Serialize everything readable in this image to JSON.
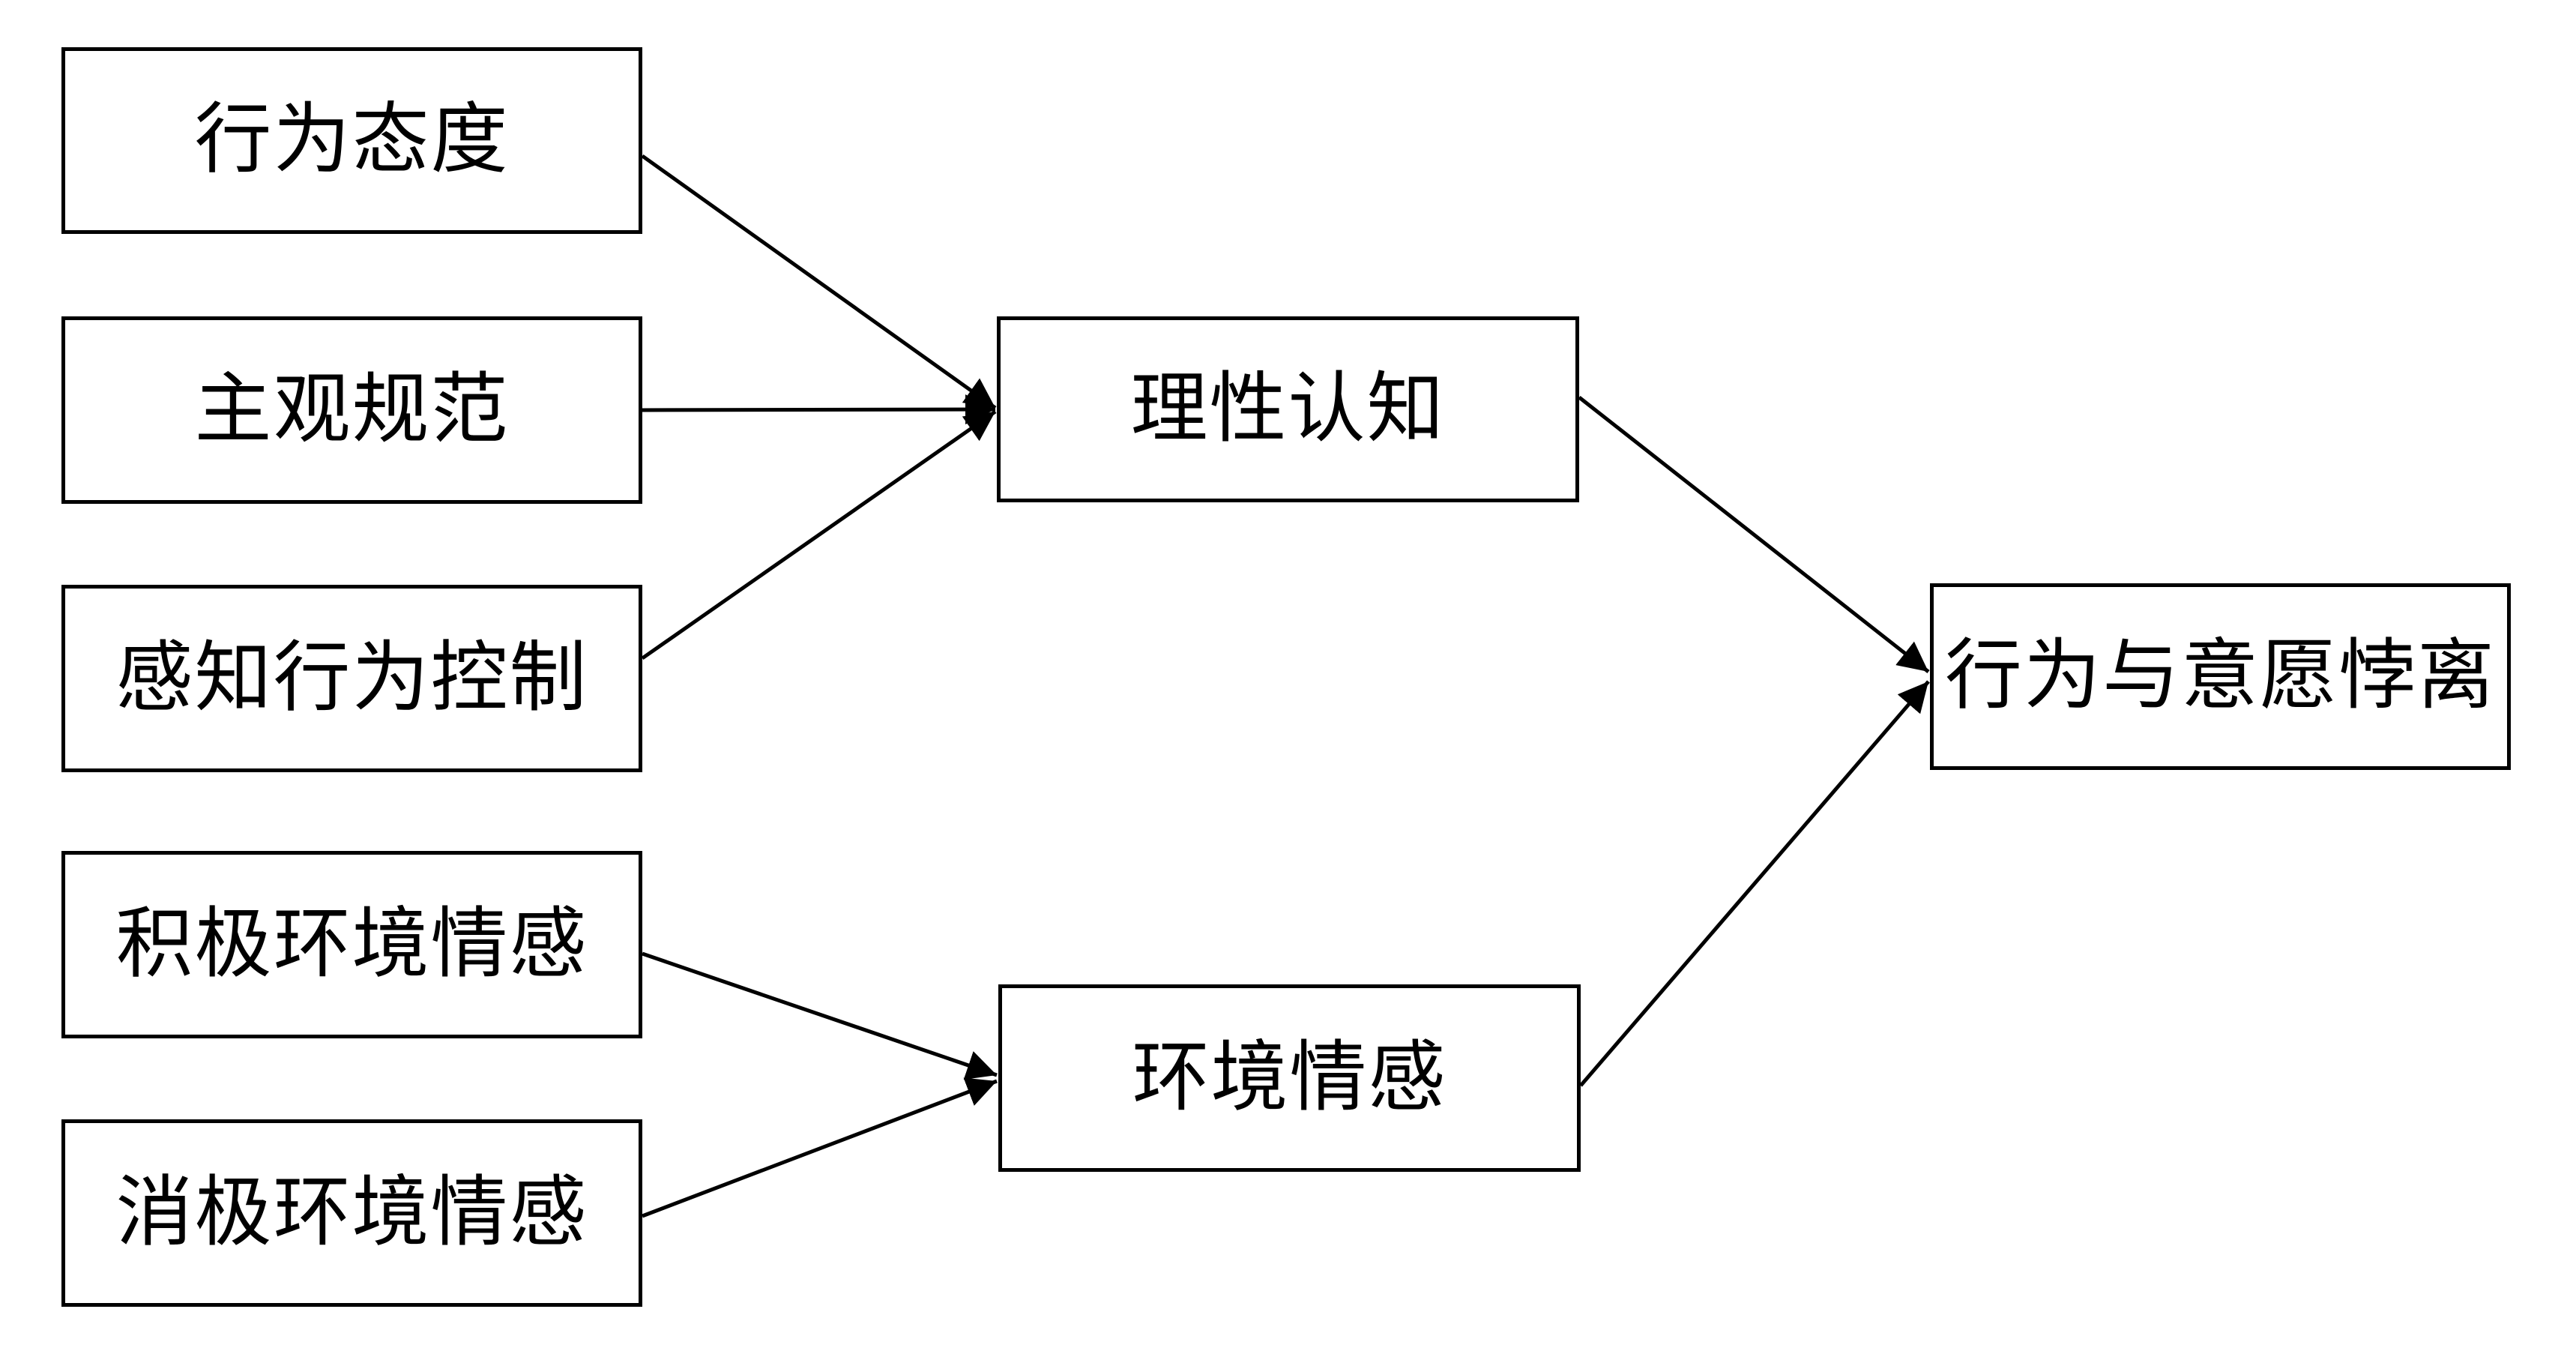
{
  "diagram": {
    "type": "flow-diagram",
    "colors": {
      "background": "#ffffff",
      "box_border": "#000000",
      "text": "#000000",
      "arrow": "#000000"
    },
    "nodes": [
      {
        "id": "behavioral-attitude",
        "label": "行为态度"
      },
      {
        "id": "subjective-norm",
        "label": "主观规范"
      },
      {
        "id": "perceived-behavioral-control",
        "label": "感知行为控制"
      },
      {
        "id": "positive-environmental-emotion",
        "label": "积极环境情感"
      },
      {
        "id": "negative-environmental-emotion",
        "label": "消极环境情感"
      },
      {
        "id": "rational-cognition",
        "label": "理性认知"
      },
      {
        "id": "environmental-emotion",
        "label": "环境情感"
      },
      {
        "id": "behavior-intention-deviation",
        "label": "行为与意愿悖离"
      }
    ],
    "edges": [
      {
        "from": "behavioral-attitude",
        "to": "rational-cognition"
      },
      {
        "from": "subjective-norm",
        "to": "rational-cognition"
      },
      {
        "from": "perceived-behavioral-control",
        "to": "rational-cognition"
      },
      {
        "from": "positive-environmental-emotion",
        "to": "environmental-emotion"
      },
      {
        "from": "negative-environmental-emotion",
        "to": "environmental-emotion"
      },
      {
        "from": "rational-cognition",
        "to": "behavior-intention-deviation"
      },
      {
        "from": "environmental-emotion",
        "to": "behavior-intention-deviation"
      }
    ]
  }
}
